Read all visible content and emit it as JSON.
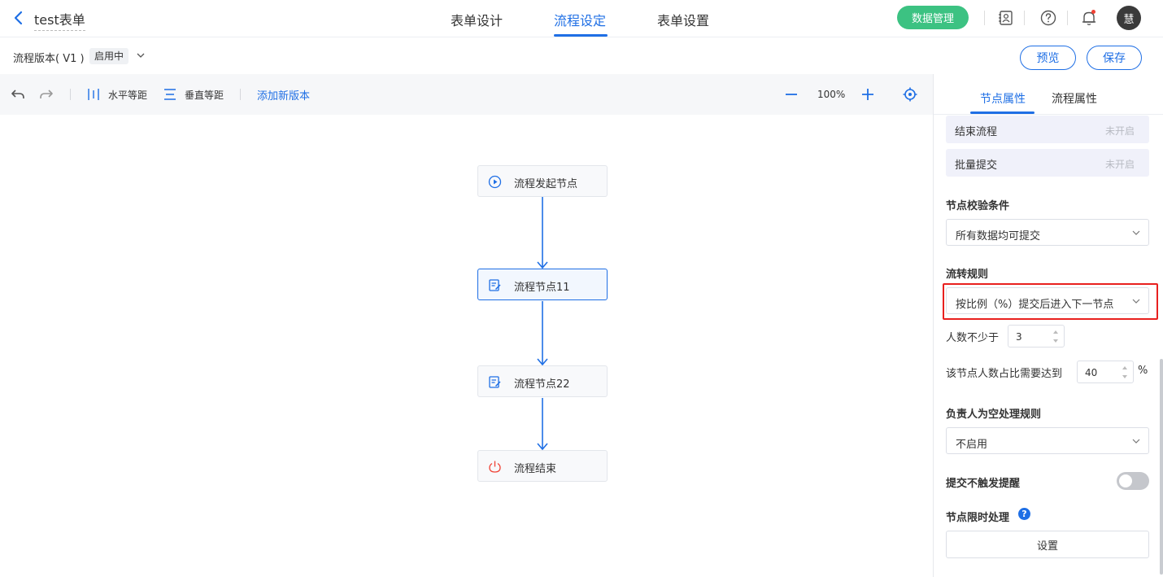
{
  "header": {
    "form_title": "test表单",
    "tabs": [
      {
        "label": "表单设计"
      },
      {
        "label": "流程设定"
      },
      {
        "label": "表单设置"
      }
    ],
    "data_button": "数据管理",
    "avatar_text": "慧",
    "accent_color": "#1f6fe5",
    "data_button_color": "#3cc282"
  },
  "version_bar": {
    "label": "流程版本( V1 )",
    "status_tag": "启用中",
    "preview_button": "预览",
    "save_button": "保存"
  },
  "toolbar": {
    "horizontal_spacing": "水平等距",
    "vertical_spacing": "垂直等距",
    "add_version": "添加新版本",
    "zoom": "100%"
  },
  "flow": {
    "nodes": [
      {
        "label": "流程发起节点",
        "icon": "play-circle-icon"
      },
      {
        "label": "流程节点11",
        "icon": "edit-doc-icon",
        "selected": true
      },
      {
        "label": "流程节点22",
        "icon": "edit-doc-icon"
      },
      {
        "label": "流程结束",
        "icon": "power-icon"
      }
    ]
  },
  "panel": {
    "tabs": [
      {
        "label": "节点属性"
      },
      {
        "label": "流程属性"
      }
    ],
    "rows": [
      {
        "key": "结束流程",
        "value": "未开启"
      },
      {
        "key": "批量提交",
        "value": "未开启"
      }
    ],
    "validation": {
      "title": "节点校验条件",
      "value": "所有数据均可提交"
    },
    "transfer": {
      "title": "流转规则",
      "value": "按比例（%）提交后进入下一节点",
      "min_people_label": "人数不少于",
      "min_people_value": "3",
      "ratio_label": "该节点人数占比需要达到",
      "ratio_value": "40",
      "ratio_unit": "%"
    },
    "empty_owner": {
      "title": "负责人为空处理规则",
      "value": "不启用"
    },
    "no_remind": {
      "title": "提交不触发提醒",
      "enabled": false
    },
    "time_limit": {
      "title": "节点限时处理",
      "button": "设置"
    }
  }
}
